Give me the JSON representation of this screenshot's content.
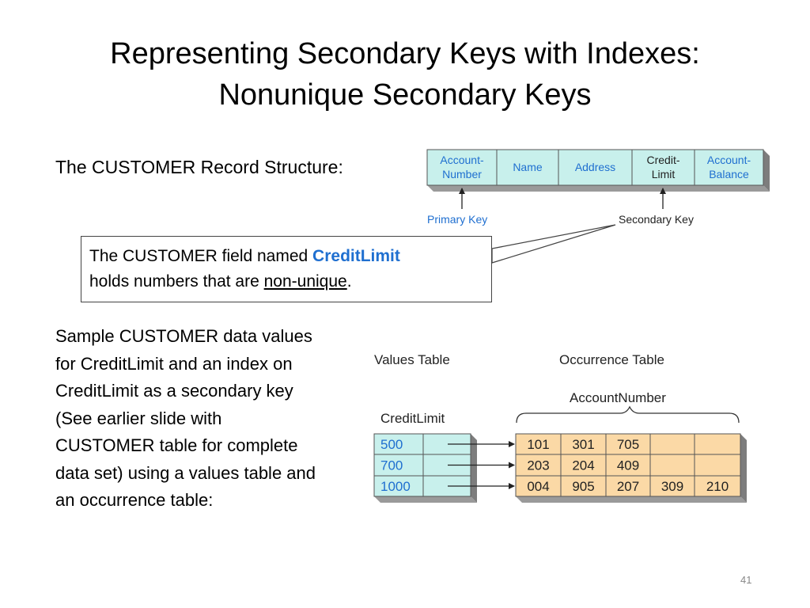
{
  "title": {
    "line1": "Representing Secondary Keys with Indexes:",
    "line2": "Nonunique Secondary Keys"
  },
  "record_label": "The CUSTOMER Record Structure:",
  "record_fields": [
    {
      "line1": "Account-",
      "line2": "Number",
      "color": "#1f6fd0"
    },
    {
      "line1": "Name",
      "line2": "",
      "color": "#1f6fd0"
    },
    {
      "line1": "Address",
      "line2": "",
      "color": "#1f6fd0"
    },
    {
      "line1": "Credit-",
      "line2": "Limit",
      "color": "#222222"
    },
    {
      "line1": "Account-",
      "line2": "Balance",
      "color": "#1f6fd0"
    }
  ],
  "primary_key_label": "Primary Key",
  "secondary_key_label": "Secondary Key",
  "callout": {
    "before": "The CUSTOMER field named ",
    "highlight": "CreditLimit",
    "middle": "holds numbers that are ",
    "underlined": "non-unique",
    "after": "."
  },
  "sample_text": "Sample CUSTOMER data values for CreditLimit and an index on CreditLimit as a secondary key (See earlier slide with CUSTOMER table for complete data set) using a values table and an occurrence table:",
  "values_table": {
    "caption": "Values Table",
    "column_label": "CreditLimit",
    "values": [
      "500",
      "700",
      "1000"
    ]
  },
  "occurrence_table": {
    "caption": "Occurrence Table",
    "column_label": "AccountNumber",
    "rows": [
      [
        "101",
        "301",
        "705",
        "",
        ""
      ],
      [
        "203",
        "204",
        "409",
        "",
        ""
      ],
      [
        "004",
        "905",
        "207",
        "309",
        "210"
      ]
    ]
  },
  "page_number": "41"
}
